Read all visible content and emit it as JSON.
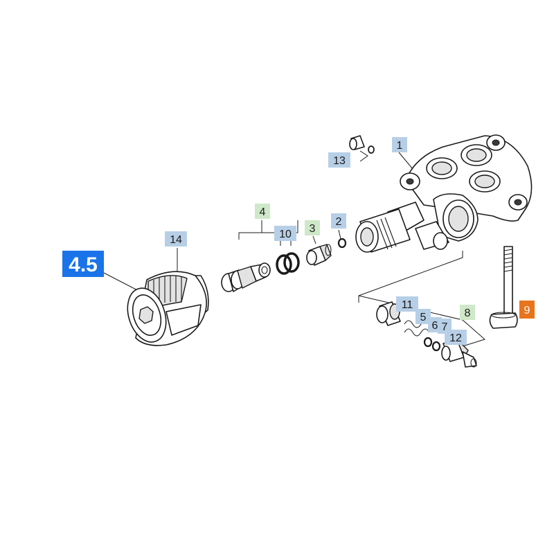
{
  "colors": {
    "blue_label": "#b7cfe6",
    "green_label": "#cfe8c9",
    "orange_label": "#e8741c",
    "primary_label": "#1a73e8"
  },
  "callouts": {
    "c45": "4.5",
    "c1": "1",
    "c2": "2",
    "c3": "3",
    "c4": "4",
    "c5": "5",
    "c6": "6",
    "c7": "7",
    "c8": "8",
    "c9": "9",
    "c10": "10",
    "c11": "11",
    "c12": "12",
    "c13": "13",
    "c14": "14"
  }
}
